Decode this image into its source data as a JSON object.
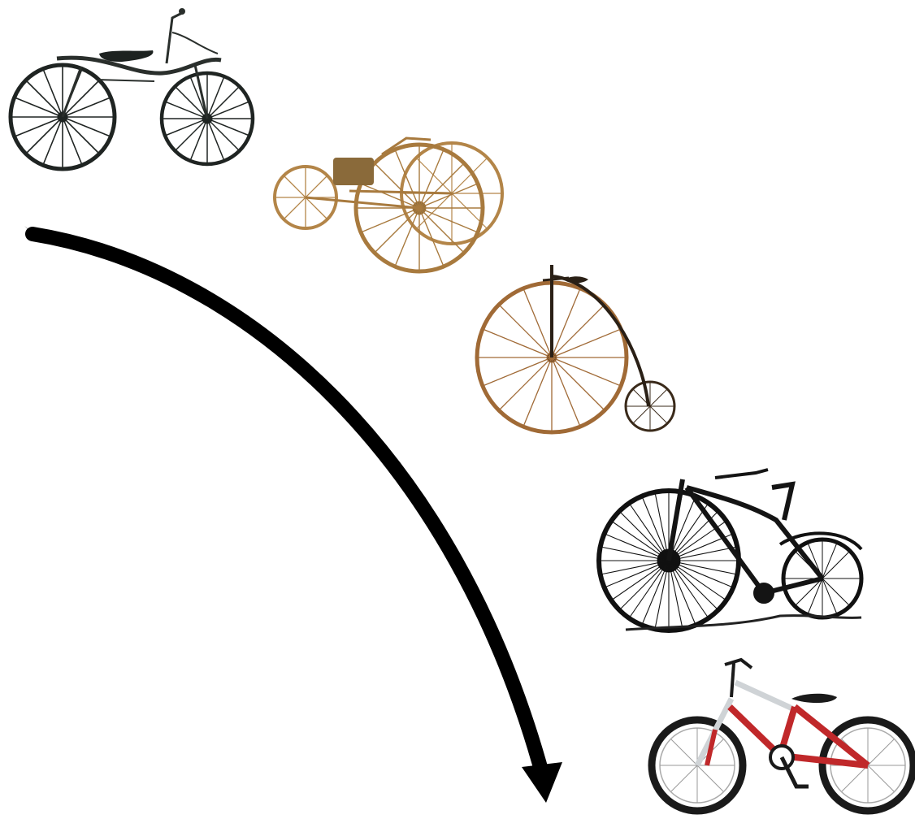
{
  "scene": {
    "background": "#ffffff",
    "arrow_color": "#000000"
  },
  "bikes": [
    {
      "name": "draisine-hobby-horse",
      "frame_color": "#2a2f2c",
      "wheel_color": "#1f2422"
    },
    {
      "name": "velocipede-tricycle",
      "frame_color": "#a87a3e",
      "wheel_color": "#b38548"
    },
    {
      "name": "penny-farthing",
      "frame_color": "#3a2a1a",
      "wheel_color": "#a06a36"
    },
    {
      "name": "safety-bicycle",
      "frame_color": "#141414",
      "wheel_color": "#111111"
    },
    {
      "name": "modern-bicycle",
      "frame_color": "#c0282a",
      "wheel_color": "#1a1a1a",
      "fork_color": "#cfd3d6"
    }
  ]
}
